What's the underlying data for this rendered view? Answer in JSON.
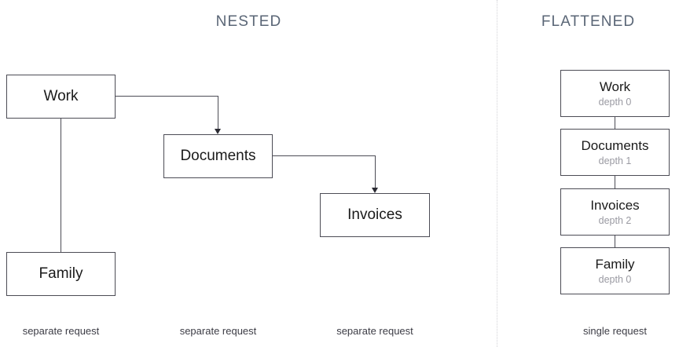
{
  "columns": {
    "nested": {
      "title": "NESTED"
    },
    "flattened": {
      "title": "FLATTENED"
    }
  },
  "divider": {
    "style": "dotted-vertical",
    "color": "#d3d3d7"
  },
  "nested_tree": {
    "nodes": [
      {
        "id": "work",
        "label": "Work"
      },
      {
        "id": "documents",
        "label": "Documents"
      },
      {
        "id": "invoices",
        "label": "Invoices"
      },
      {
        "id": "family",
        "label": "Family"
      }
    ],
    "edges": [
      {
        "from": "work",
        "to": "documents",
        "arrow": true
      },
      {
        "from": "documents",
        "to": "invoices",
        "arrow": true
      },
      {
        "from": "work",
        "to": "family",
        "arrow": false
      }
    ]
  },
  "flattened_list": {
    "items": [
      {
        "label": "Work",
        "depth": "depth 0"
      },
      {
        "label": "Documents",
        "depth": "depth 1"
      },
      {
        "label": "Invoices",
        "depth": "depth 2"
      },
      {
        "label": "Family",
        "depth": "depth 0"
      }
    ]
  },
  "captions": {
    "nested": [
      "separate request",
      "separate request",
      "separate request"
    ],
    "flattened": "single request"
  },
  "colors": {
    "title": "#5a6676",
    "box_border": "#4c4c55",
    "box_text": "#1a1a1a",
    "depth_text": "#9a9aa2",
    "caption_text": "#3c3c45",
    "background": "#ffffff"
  }
}
